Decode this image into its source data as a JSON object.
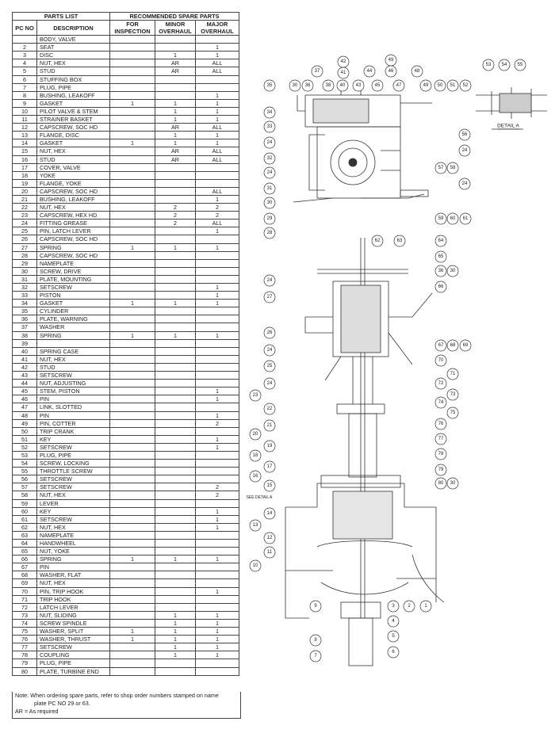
{
  "table": {
    "title_left": "PARTS LIST",
    "title_right": "RECOMMENDED SPARE  PARTS",
    "headers": [
      "PC NO",
      "DESCRIPTION",
      "FOR INSPECTION",
      "MINOR OVERHAUL",
      "MAJOR OVERHAUL"
    ],
    "rows": [
      [
        "",
        "BODY,  VALVE",
        "",
        "",
        ""
      ],
      [
        "2",
        "SEAT",
        "",
        "",
        "1"
      ],
      [
        "3",
        "DISC",
        "",
        "1",
        "1"
      ],
      [
        "4",
        "NUT, HEX",
        "",
        "AR",
        "ALL"
      ],
      [
        "5",
        "STUD",
        "",
        "AR",
        "ALL"
      ],
      [
        "6",
        "STUFFING BOX",
        "",
        "",
        ""
      ],
      [
        "7",
        "PLUG, PIPE",
        "",
        "",
        ""
      ],
      [
        "8",
        "BUSHING,  LEAKOFF",
        "",
        "",
        "1"
      ],
      [
        "9",
        "GASKET",
        "1",
        "1",
        "1"
      ],
      [
        "10",
        "PILOT VALVE & STEM",
        "",
        "1",
        "1"
      ],
      [
        "11",
        "STRAINER BASKET",
        "",
        "1",
        "1"
      ],
      [
        "12",
        "CAPSCREW, SOC HD",
        "",
        "AR",
        "ALL"
      ],
      [
        "13",
        "FLANGE, DISC",
        "",
        "1",
        "1"
      ],
      [
        "14",
        "GASKET",
        "1",
        "1",
        "1"
      ],
      [
        "15",
        "NUT, HEX",
        "",
        "AR",
        "ALL"
      ],
      [
        "16",
        "STUD",
        "",
        "AR",
        "ALL"
      ],
      [
        "17",
        "COVER,  VALVE",
        "",
        "",
        ""
      ],
      [
        "18",
        "YOKE",
        "",
        "",
        ""
      ],
      [
        "19",
        "FLANGE, YOKE",
        "",
        "",
        ""
      ],
      [
        "20",
        "CAPSCREW, SOC HD",
        "",
        "",
        "ALL"
      ],
      [
        "21",
        "BUSHING,  LEAKOFF",
        "",
        "",
        "1"
      ],
      [
        "22",
        "NUT, HEX",
        "",
        "2",
        "2"
      ],
      [
        "23",
        "CAPSCREW, HEX  HD",
        "",
        "2",
        "2"
      ],
      [
        "24",
        "FITTING GREASE",
        "",
        "2",
        "ALL"
      ],
      [
        "25",
        "PIN, LATCH LEVER",
        "",
        "",
        "1"
      ],
      [
        "26",
        "CAPSCREW, SOC HD",
        "",
        "",
        ""
      ],
      [
        "27",
        "SPRING",
        "1",
        "1",
        "1"
      ],
      [
        "28",
        "CAPSCREW, SOC HD",
        "",
        "",
        ""
      ],
      [
        "29",
        "NAMEPLATE",
        "",
        "",
        ""
      ],
      [
        "30",
        "SCREW, DRIVE",
        "",
        "",
        ""
      ],
      [
        "31",
        "PLATE, MOUNTING",
        "",
        "",
        ""
      ],
      [
        "32",
        "SETSCREW",
        "",
        "",
        "1"
      ],
      [
        "33",
        "PISTON",
        "",
        "",
        "1"
      ],
      [
        "34",
        "GASKET",
        "1",
        "1",
        "1"
      ],
      [
        "35",
        "CYLINDER",
        "",
        "",
        ""
      ],
      [
        "36",
        "PLATE,  WARNING",
        "",
        "",
        ""
      ],
      [
        "37",
        "WASHER",
        "",
        "",
        ""
      ],
      [
        "38",
        "SPRING",
        "1",
        "1",
        "1"
      ],
      [
        "39",
        "",
        "",
        "",
        ""
      ],
      [
        "40",
        "SPRING  CASE",
        "",
        "",
        ""
      ],
      [
        "41",
        "NUT, HEX",
        "",
        "",
        ""
      ],
      [
        "42",
        "STUD",
        "",
        "",
        ""
      ],
      [
        "43",
        "SETSCREW",
        "",
        "",
        ""
      ],
      [
        "44",
        "NUT, ADJUSTING",
        "",
        "",
        ""
      ],
      [
        "45",
        "STEM, PISTON",
        "",
        "",
        "1"
      ],
      [
        "46",
        "PIN",
        "",
        "",
        "1"
      ],
      [
        "47",
        "LINK, SLOTTED",
        "",
        "",
        ""
      ],
      [
        "48",
        "PIN",
        "",
        "",
        "1"
      ],
      [
        "49",
        "PIN, COTTER",
        "",
        "",
        "2"
      ],
      [
        "50",
        "TRIP CRANK",
        "",
        "",
        ""
      ],
      [
        "51",
        "KEY",
        "",
        "",
        "1"
      ],
      [
        "52",
        "SETSCREW",
        "",
        "",
        "1"
      ],
      [
        "53",
        "PLUG, PIPE",
        "",
        "",
        ""
      ],
      [
        "54",
        "SCREW, LOCKING",
        "",
        "",
        ""
      ],
      [
        "55",
        "THROTTLE  SCREW",
        "",
        "",
        ""
      ],
      [
        "56",
        "SETSCREW",
        "",
        "",
        ""
      ],
      [
        "57",
        "SETSCREW",
        "",
        "",
        "2"
      ],
      [
        "58",
        "NUT, HEX",
        "",
        "",
        "2"
      ],
      [
        "59",
        "LEVER",
        "",
        "",
        ""
      ],
      [
        "60",
        "KEY",
        "",
        "",
        "1"
      ],
      [
        "61",
        "SETSCREW",
        "",
        "",
        "1"
      ],
      [
        "62",
        "NUT, HEX",
        "",
        "",
        "1"
      ],
      [
        "63",
        "NAMEPLATE",
        "",
        "",
        ""
      ],
      [
        "64",
        "HANDWHEEL",
        "",
        "",
        ""
      ],
      [
        "65",
        "NUT, YOKE",
        "",
        "",
        ""
      ],
      [
        "66",
        "SPRING",
        "1",
        "1",
        "1"
      ],
      [
        "67",
        "PIN",
        "",
        "",
        ""
      ],
      [
        "68",
        "WASHER,  FLAT",
        "",
        "",
        ""
      ],
      [
        "69",
        "NUT, HEX",
        "",
        "",
        ""
      ],
      [
        "70",
        "PIN, TRIP HOOK",
        "",
        "",
        "1"
      ],
      [
        "71",
        "TRIP HOOK",
        "",
        "",
        ""
      ],
      [
        "72",
        "LATCH LEVER",
        "",
        "",
        ""
      ],
      [
        "73",
        "NUT, SLIDING",
        "",
        "1",
        "1"
      ],
      [
        "74",
        "SCREW SPINDLE",
        "",
        "1",
        "1"
      ],
      [
        "75",
        "WASHER, SPLIT",
        "1",
        "1",
        "1"
      ],
      [
        "76",
        "WASHER, THRUST",
        "1",
        "1",
        "1"
      ],
      [
        "77",
        "SETSCREW",
        "",
        "1",
        "1"
      ],
      [
        "78",
        "COUPLING",
        "",
        "1",
        "1"
      ],
      [
        "79",
        "PLUG, PIPE",
        "",
        "",
        ""
      ],
      [
        "80",
        "PLATE, TURBINE END",
        "",
        "",
        ""
      ]
    ]
  },
  "notes": {
    "note_1": "Note:  When ordering spare parts, refer to shop order numbers stamped on name",
    "note_2": "plate PC NO 29 or 63.",
    "ar": "AR = As required"
  },
  "drawing": {
    "detail_label": "DETAIL  A",
    "see_detail": "SEE DETAIL A",
    "callouts": [
      "42",
      "49",
      "37",
      "41",
      "44",
      "46",
      "48",
      "35",
      "30",
      "36",
      "38",
      "40",
      "43",
      "45",
      "47",
      "49",
      "50",
      "51",
      "52",
      "34",
      "33",
      "56",
      "24",
      "24",
      "32",
      "57",
      "58",
      "24",
      "24",
      "31",
      "30",
      "59",
      "60",
      "61",
      "29",
      "28",
      "53",
      "54",
      "55",
      "62",
      "63",
      "64",
      "65",
      "36",
      "30",
      "66",
      "24",
      "27",
      "26",
      "67",
      "68",
      "69",
      "24",
      "70",
      "25",
      "71",
      "24",
      "72",
      "73",
      "23",
      "74",
      "22",
      "75",
      "21",
      "76",
      "20",
      "77",
      "19",
      "78",
      "18",
      "17",
      "79",
      "16",
      "80",
      "30",
      "15",
      "14",
      "13",
      "12",
      "11",
      "10",
      "9",
      "3",
      "2",
      "1",
      "4",
      "8",
      "5",
      "6",
      "7"
    ]
  }
}
